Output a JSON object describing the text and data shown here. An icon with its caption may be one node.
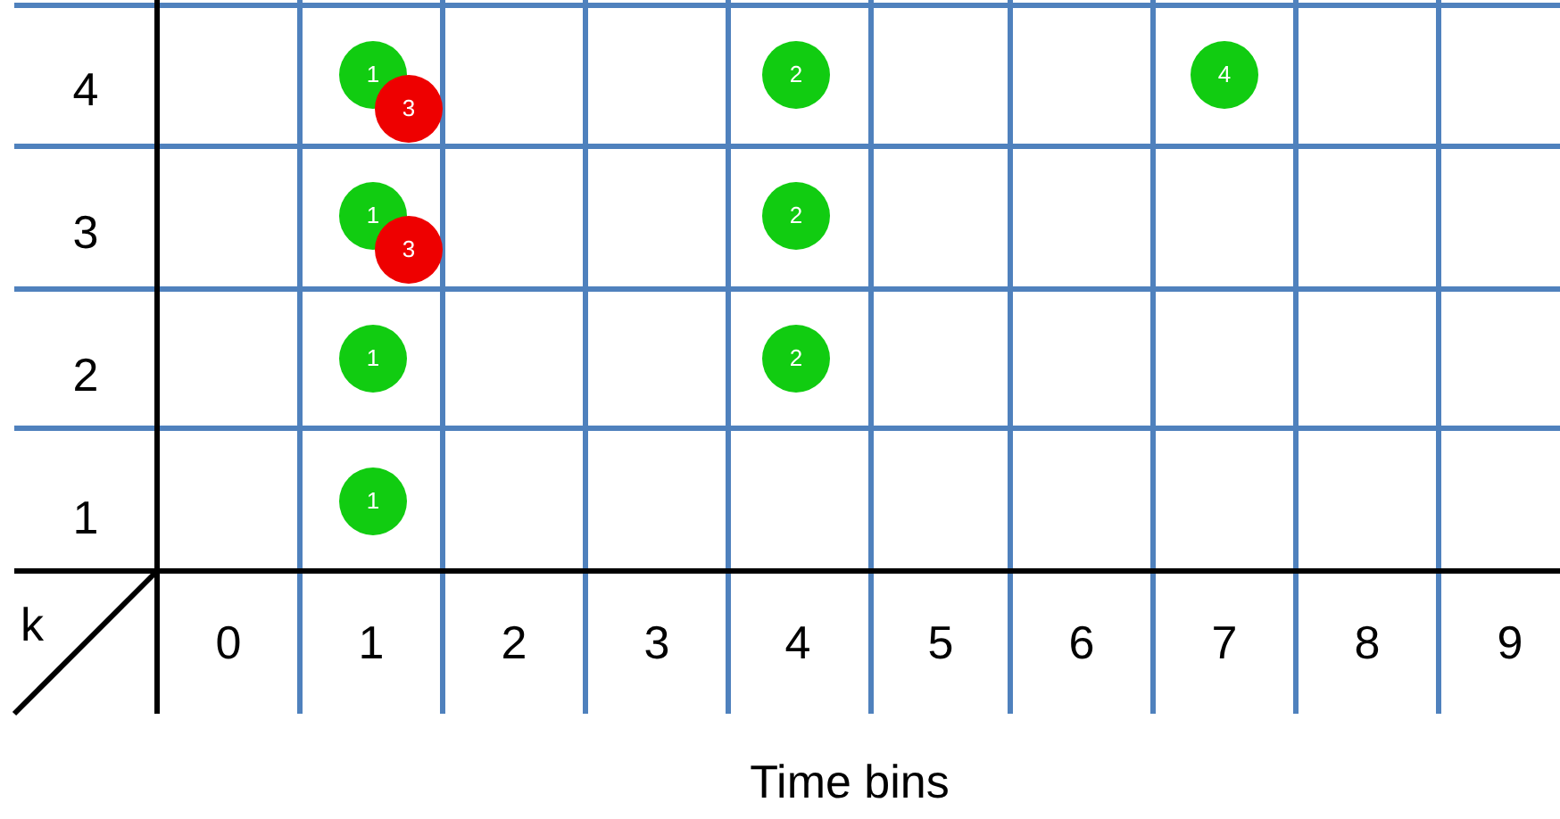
{
  "diagram": {
    "nodes": [
      {
        "text": [
          "1"
        ]
      },
      {
        "text": [
          "3"
        ]
      },
      {
        "text": [
          "2"
        ]
      },
      {
        "text": [
          "4"
        ]
      },
      {
        "text": [
          "1"
        ]
      },
      {
        "text": [
          "3"
        ]
      },
      {
        "text": [
          "2"
        ]
      },
      {
        "text": [
          "1"
        ]
      },
      {
        "text": [
          "2"
        ]
      },
      {
        "text": [
          "1"
        ]
      }
    ],
    "edges": [],
    "labels": [
      "4",
      "3",
      "2",
      "1",
      "k",
      "0",
      "1",
      "2",
      "3",
      "4",
      "5",
      "6",
      "7",
      "8",
      "9"
    ],
    "caption": "Time bins"
  }
}
